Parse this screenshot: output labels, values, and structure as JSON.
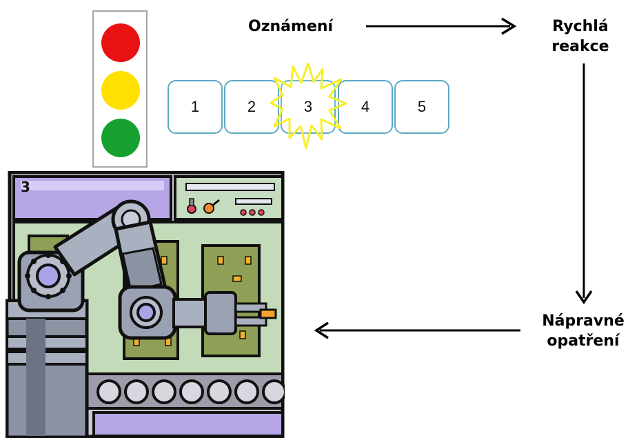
{
  "traffic_light": {
    "lamps": [
      {
        "state": "stop",
        "color": "#e81212"
      },
      {
        "state": "warning",
        "color": "#ffe000"
      },
      {
        "state": "go",
        "color": "#15a02f"
      }
    ]
  },
  "process_steps": {
    "items": [
      "1",
      "2",
      "3",
      "4",
      "5"
    ],
    "highlighted_step": "3",
    "highlight_color": "#f5f02a",
    "box_border_color": "#5aa9c4"
  },
  "flow": {
    "notification": "Oznámení",
    "quick_response_line1": "Rychlá",
    "quick_response_line2": "reakce",
    "corrective_line1": "Nápravné",
    "corrective_line2": "opatření"
  },
  "machine": {
    "panel_number": "3",
    "illustration": "industrial robot arm clipart"
  }
}
